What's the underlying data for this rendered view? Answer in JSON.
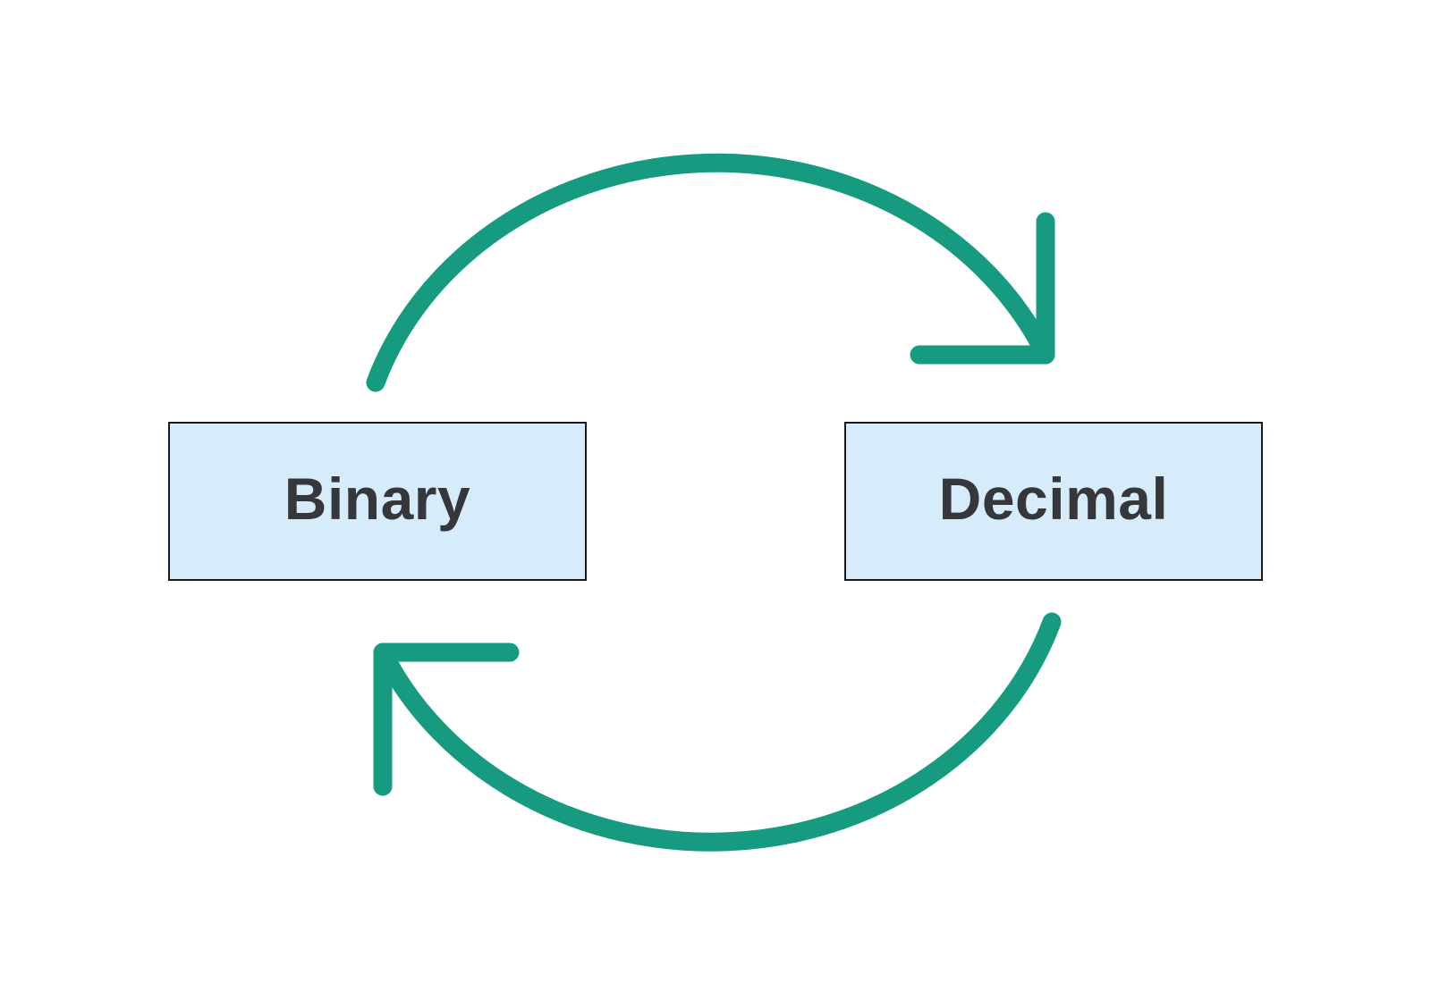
{
  "colors": {
    "background": "#ffffff",
    "arrow_green": "#179b80",
    "box_fill": "#d6ecfb",
    "box_border": "#1a1a1a",
    "label_text": "#35373b"
  },
  "nodes": [
    {
      "id": "binary",
      "label": "Binary"
    },
    {
      "id": "decimal",
      "label": "Decimal"
    }
  ],
  "arrows": [
    {
      "id": "top",
      "from": "Binary",
      "to": "Decimal",
      "direction": "clockwise"
    },
    {
      "id": "bottom",
      "from": "Decimal",
      "to": "Binary",
      "direction": "clockwise"
    }
  ]
}
